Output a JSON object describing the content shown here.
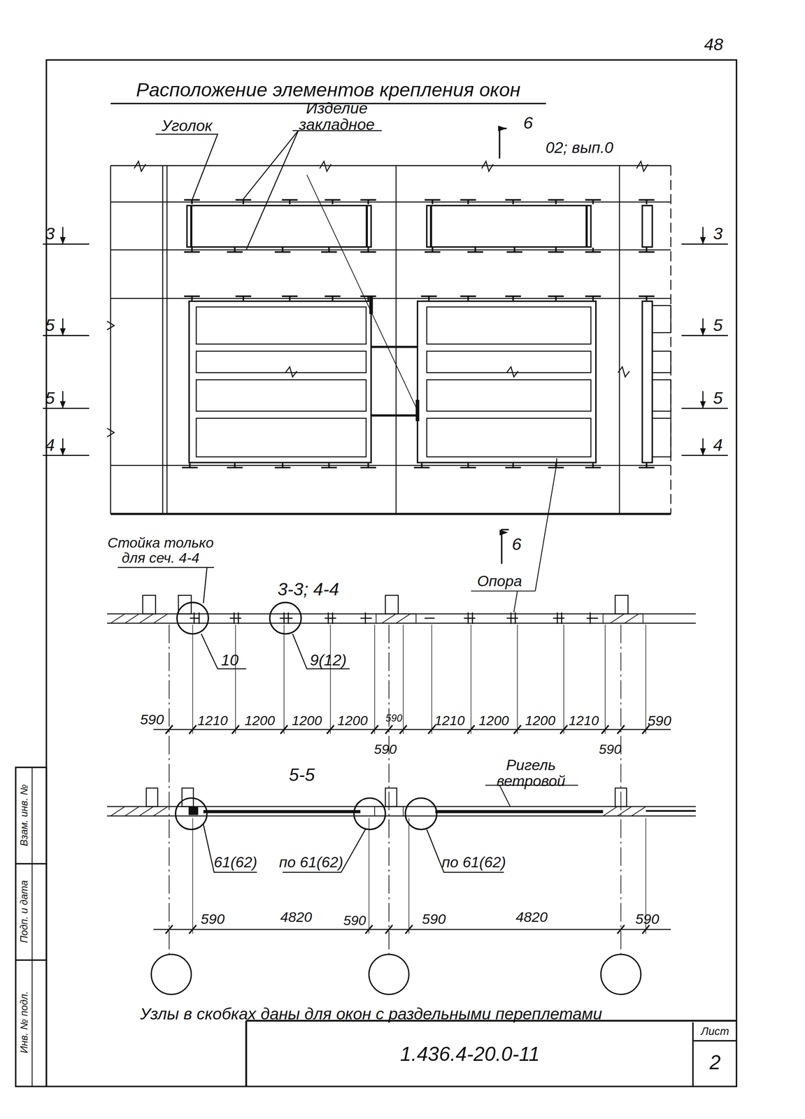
{
  "diagram": {
    "title": "Расположение элементов крепления окон",
    "nodes": [
      {
        "text": [
          "1.436.4-20.0-11"
        ]
      },
      {
        "text": [
          "Лист",
          "2"
        ]
      }
    ],
    "labels": [
      "48",
      "Уголок",
      "Изделие закладное",
      "6",
      "02; вып.0",
      "3",
      "5",
      "5",
      "4",
      "3",
      "5",
      "5",
      "4",
      "6",
      "Стойка только для сеч. 4-4",
      "3-3; 4-4",
      "Опора",
      "10",
      "9(12)",
      "590",
      "1210",
      "1200",
      "1200",
      "1200",
      "590",
      "590",
      "1210",
      "1200",
      "1200",
      "1210",
      "590",
      "590",
      "5-5",
      "Ригель ветровой",
      "61(62)",
      "по 61(62)",
      "по 61(62)",
      "590",
      "4820",
      "590",
      "590",
      "4820",
      "590",
      "Узлы в скобках даны для окон с раздельными переплетами",
      "Взам. инв. №",
      "Подп. и дата",
      "Инв. № подл."
    ]
  }
}
